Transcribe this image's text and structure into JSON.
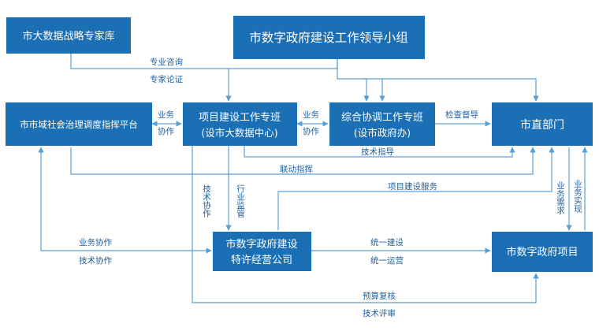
{
  "nodes": {
    "expert_pool": "市大数据战略专家库",
    "leading_group": "市数字政府建设工作领导小组",
    "command_platform": "市市域社会治理调度指挥平台",
    "project_team_line1": "项目建设工作专班",
    "project_team_line2": "(设市大数据中心)",
    "coord_team_line1": "综合协调工作专班",
    "coord_team_line2": "(设市政府办)",
    "city_depts": "市直部门",
    "company_line1": "市数字政府建设",
    "company_line2": "特许经营公司",
    "gov_projects": "市数字政府项目"
  },
  "labels": {
    "consult": "专业咨询",
    "argue": "专家论证",
    "biz_a1": "业务",
    "biz_a2": "协作",
    "biz_b1": "业务",
    "biz_b2": "协作",
    "inspect": "检查督导",
    "tech_guide": "技术指导",
    "joint_command": "联动指挥",
    "tech_coop_v": "技术协作",
    "industry_sup_v": "行业监管",
    "project_service": "项目建设服务",
    "biz_demand_v": "业务需求",
    "biz_impl_v": "业务实现",
    "biz_coop": "业务协作",
    "tech_coop": "技术协作",
    "unified_build": "统一建设",
    "unified_ops": "统一运营",
    "budget_review": "预算复核",
    "tech_review": "技术评审"
  }
}
